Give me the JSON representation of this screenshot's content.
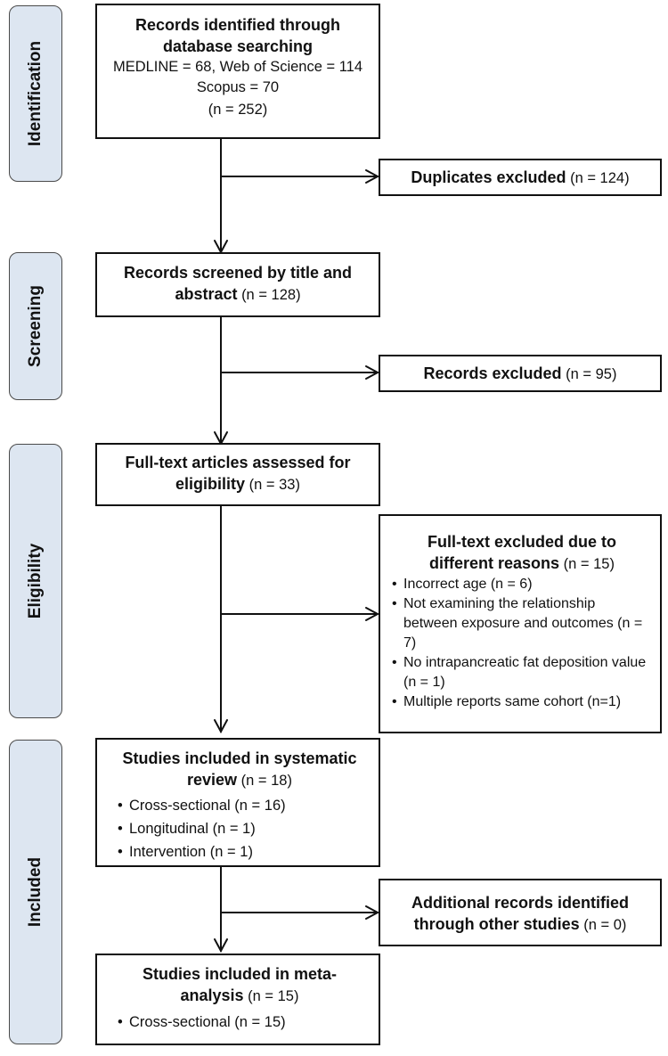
{
  "stages": {
    "identification": "Identification",
    "screening": "Screening",
    "eligibility": "Eligibility",
    "included": "Included"
  },
  "identified": {
    "title": "Records identified through database searching",
    "sources": "MEDLINE = 68, Web of Science = 114 Scopus = 70",
    "count": "(n = 252)"
  },
  "duplicates": {
    "label": "Duplicates excluded",
    "count": "(n = 124)"
  },
  "screened": {
    "label": "Records screened by title and abstract",
    "count": "(n = 128)"
  },
  "records_excluded": {
    "label": "Records excluded",
    "count": "(n = 95)"
  },
  "fulltext": {
    "label": "Full-text articles assessed for eligibility",
    "count": "(n = 33)"
  },
  "fulltext_excluded": {
    "label": "Full-text excluded due to different reasons",
    "count": "(n = 15)",
    "reasons": [
      "Incorrect age (n = 6)",
      "Not examining the relationship between exposure and outcomes (n = 7)",
      "No intrapancreatic fat deposition value (n = 1)",
      "Multiple reports same cohort (n=1)"
    ]
  },
  "systematic": {
    "label": "Studies included in systematic review",
    "count": "(n = 18)",
    "items": [
      "Cross-sectional (n = 16)",
      "Longitudinal (n = 1)",
      "Intervention (n = 1)"
    ]
  },
  "additional": {
    "label": "Additional records identified through other studies",
    "count": "(n = 0)"
  },
  "meta": {
    "label": "Studies included in meta-analysis",
    "count": "(n = 15)",
    "items": [
      "Cross-sectional (n = 15)"
    ]
  }
}
